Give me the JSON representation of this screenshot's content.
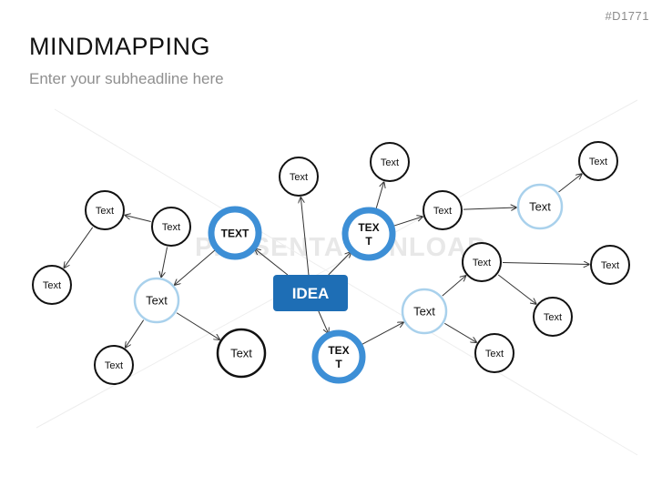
{
  "slide_id": "#D1771",
  "title": "MINDMAPPING",
  "subtitle": "Enter your subheadline here",
  "watermark": "PRESENTATIONLOAD",
  "colors": {
    "primary": "#3d8fd6",
    "center": "#1e6eb5",
    "light_ring": "#a9d1ec",
    "ink": "#111111"
  },
  "center": {
    "label": "IDEA"
  },
  "nodes": [
    {
      "id": "n1",
      "label": "TEXT",
      "style": "primary"
    },
    {
      "id": "n2",
      "label": "TEX\nT",
      "style": "primary"
    },
    {
      "id": "n3",
      "label": "TEX\nT",
      "style": "primary"
    },
    {
      "id": "n4",
      "label": "Text",
      "style": "plain"
    },
    {
      "id": "n5",
      "label": "Text",
      "style": "light"
    },
    {
      "id": "n6",
      "label": "Text",
      "style": "plain"
    },
    {
      "id": "n7",
      "label": "Text",
      "style": "plain"
    },
    {
      "id": "n8",
      "label": "Text",
      "style": "plain"
    },
    {
      "id": "n9",
      "label": "Text",
      "style": "plain"
    },
    {
      "id": "n10",
      "label": "Text",
      "style": "bold"
    },
    {
      "id": "n11",
      "label": "Text",
      "style": "plain"
    },
    {
      "id": "n12",
      "label": "Text",
      "style": "plain"
    },
    {
      "id": "n13",
      "label": "Text",
      "style": "light"
    },
    {
      "id": "n14",
      "label": "Text",
      "style": "plain"
    },
    {
      "id": "n15",
      "label": "Text",
      "style": "light"
    },
    {
      "id": "n16",
      "label": "Text",
      "style": "plain"
    },
    {
      "id": "n17",
      "label": "Text",
      "style": "plain"
    },
    {
      "id": "n18",
      "label": "Text",
      "style": "plain"
    },
    {
      "id": "n19",
      "label": "Text",
      "style": "plain"
    }
  ],
  "edges": [
    [
      "center",
      "n1"
    ],
    [
      "center",
      "n2"
    ],
    [
      "center",
      "n3"
    ],
    [
      "center",
      "n4"
    ],
    [
      "n1",
      "n5"
    ],
    [
      "n6",
      "n7"
    ],
    [
      "n6",
      "n5"
    ],
    [
      "n7",
      "n8"
    ],
    [
      "n5",
      "n9"
    ],
    [
      "n5",
      "n10"
    ],
    [
      "n2",
      "n11"
    ],
    [
      "n2",
      "n12"
    ],
    [
      "n12",
      "n13"
    ],
    [
      "n13",
      "n14"
    ],
    [
      "n3",
      "n15"
    ],
    [
      "n15",
      "n16"
    ],
    [
      "n15",
      "n17"
    ],
    [
      "n16",
      "n18"
    ],
    [
      "n16",
      "n19"
    ]
  ]
}
